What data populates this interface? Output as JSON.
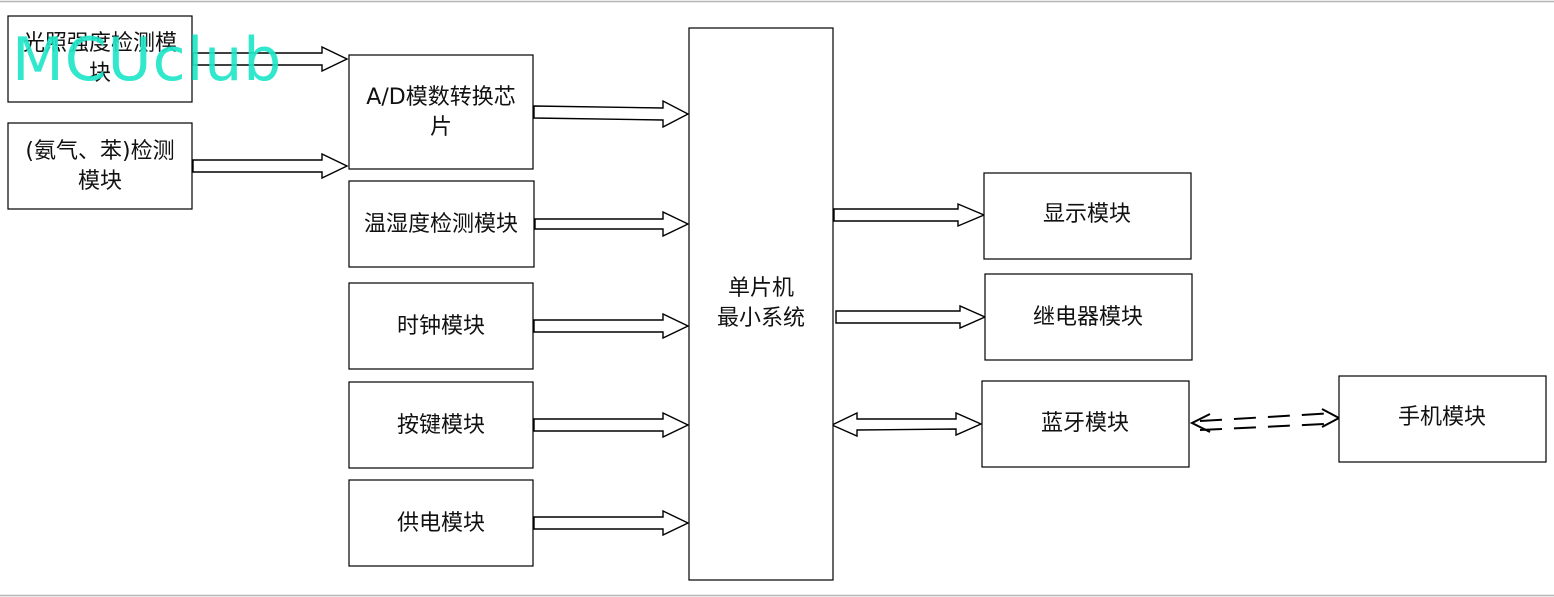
{
  "diagram": {
    "boxes": {
      "light": [
        "光照强度检测模",
        "块"
      ],
      "gas": [
        "(氨气、苯)检测",
        "模块"
      ],
      "adc": [
        "A/D模数转换芯",
        "片"
      ],
      "temp": [
        "温湿度检测模块"
      ],
      "clock": [
        "时钟模块"
      ],
      "keys": [
        "按键模块"
      ],
      "power": [
        "供电模块"
      ],
      "mcu": [
        "单片机",
        "最小系统"
      ],
      "display": [
        "显示模块"
      ],
      "relay": [
        "继电器模块"
      ],
      "bluetooth": [
        "蓝牙模块"
      ],
      "phone": [
        "手机模块"
      ]
    },
    "watermark": "MCUclub"
  },
  "colors": {
    "watermark": "#1fe6c9",
    "stroke": "#000000",
    "frame": "#b5b5b5"
  }
}
